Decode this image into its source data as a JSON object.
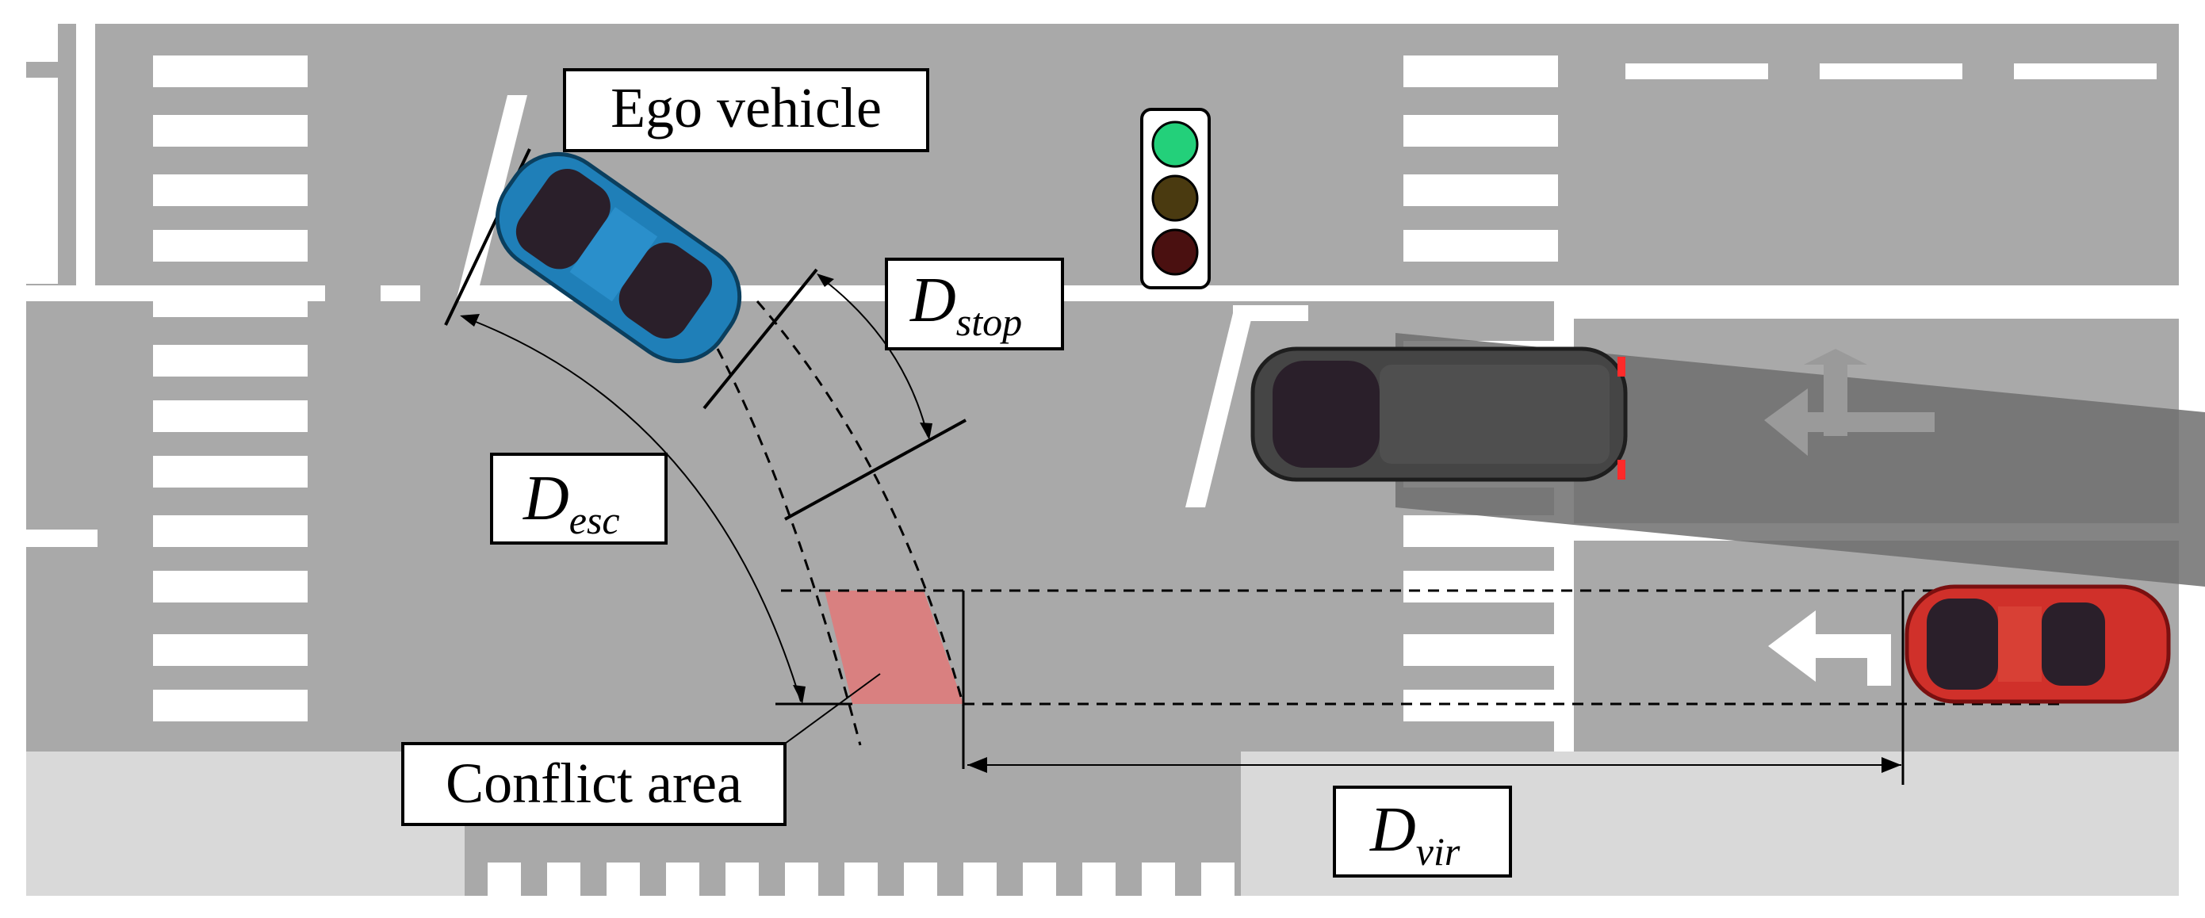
{
  "labels": {
    "ego_vehicle": "Ego vehicle",
    "conflict_area": "Conflict area",
    "d_stop_main": "D",
    "d_stop_sub": "stop",
    "d_esc_main": "D",
    "d_esc_sub": "esc",
    "d_vir_main": "D",
    "d_vir_sub": "vir"
  },
  "traffic_light": {
    "lit": "green",
    "colors": [
      "#23d07a",
      "#4a3a10",
      "#4a1010"
    ]
  },
  "colors": {
    "road": "#a9a9a9",
    "sidewalk": "#d9d9d9",
    "marking": "#ffffff",
    "conflict_area": "#d98080",
    "ego_vehicle": "#1f7fb8",
    "van": "#454545",
    "oncoming_car": "#d0302a",
    "occlusion_shadow": "#6e6e6e"
  },
  "icons": [
    "car-top-view-icon",
    "van-top-view-icon",
    "traffic-light-icon",
    "turn-arrow-icon"
  ]
}
